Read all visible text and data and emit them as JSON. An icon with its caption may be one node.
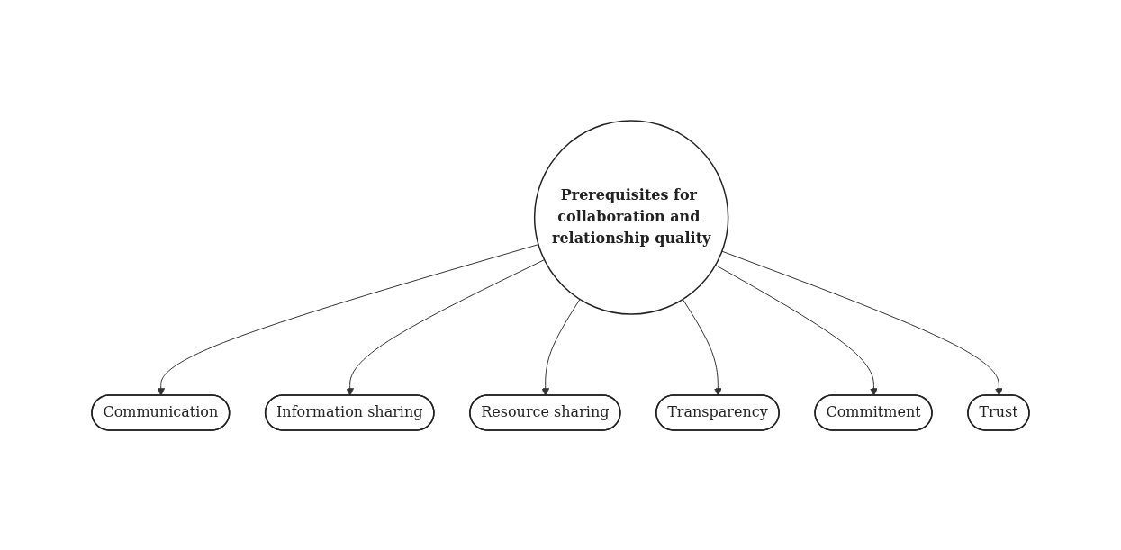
{
  "diagram": {
    "nodes": [
      {
        "text": [
          "Communication"
        ]
      },
      {
        "text": [
          "Trust"
        ]
      },
      {
        "text": [
          "Information sharing"
        ]
      },
      {
        "text": [
          "Prerequisites for collaboration and relationship quality"
        ]
      },
      {
        "text": [
          "Commitment"
        ]
      },
      {
        "text": [
          "Resource sharing"
        ]
      },
      {
        "text": [
          "Transparency"
        ]
      }
    ],
    "edges": [
      {
        "from": 3,
        "to": 0,
        "arrow": "to"
      },
      {
        "from": 3,
        "to": 2,
        "arrow": "to"
      },
      {
        "from": 3,
        "to": 5,
        "arrow": "to"
      },
      {
        "from": 3,
        "to": 6,
        "arrow": "to"
      },
      {
        "from": 3,
        "to": 4,
        "arrow": "to"
      },
      {
        "from": 3,
        "to": 1,
        "arrow": "to"
      }
    ]
  }
}
